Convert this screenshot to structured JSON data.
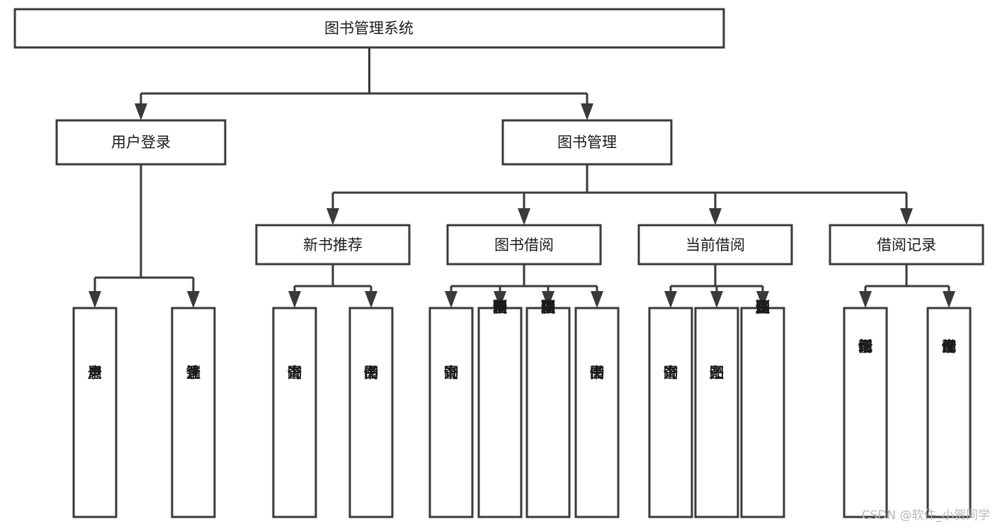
{
  "diagram": {
    "title": "图书管理系统",
    "type": "tree-hierarchy",
    "root": {
      "id": "root",
      "label": "图书管理系统",
      "orientation": "horizontal"
    },
    "level2": [
      {
        "id": "user-login",
        "label": "用户登录",
        "orientation": "horizontal"
      },
      {
        "id": "book-management",
        "label": "图书管理",
        "orientation": "horizontal"
      }
    ],
    "level3": [
      {
        "id": "new-book-recommend",
        "label": "新书推荐",
        "orientation": "horizontal"
      },
      {
        "id": "book-borrow",
        "label": "图书借阅",
        "orientation": "horizontal"
      },
      {
        "id": "current-borrow",
        "label": "当前借阅",
        "orientation": "horizontal"
      },
      {
        "id": "borrow-record",
        "label": "借阅记录",
        "orientation": "horizontal"
      }
    ],
    "leaves": [
      {
        "id": "leaf-user-login",
        "label": "用户登录",
        "parent": "user-login",
        "orientation": "vertical"
      },
      {
        "id": "leaf-logout",
        "label": "注销登录",
        "parent": "user-login",
        "orientation": "vertical"
      },
      {
        "id": "leaf-query-book-1",
        "label": "查询图书",
        "parent": "new-book-recommend",
        "orientation": "vertical"
      },
      {
        "id": "leaf-borrow-book-1",
        "label": "借阅图书",
        "parent": "new-book-recommend",
        "orientation": "vertical"
      },
      {
        "id": "leaf-query-book-2",
        "label": "查询图书",
        "parent": "book-borrow",
        "orientation": "vertical"
      },
      {
        "id": "leaf-add-book",
        "label": "新增图书（管理员）",
        "parent": "book-borrow",
        "orientation": "vertical"
      },
      {
        "id": "leaf-edit-book",
        "label": "编辑图书（管理员）",
        "parent": "book-borrow",
        "orientation": "vertical"
      },
      {
        "id": "leaf-borrow-book-2",
        "label": "借阅图书",
        "parent": "book-borrow",
        "orientation": "vertical"
      },
      {
        "id": "leaf-query-book-3",
        "label": "查询图书",
        "parent": "current-borrow",
        "orientation": "vertical"
      },
      {
        "id": "leaf-return-book",
        "label": "归还图书",
        "parent": "current-borrow",
        "orientation": "vertical"
      },
      {
        "id": "leaf-confirm-return",
        "label": "确认归还（管理员）",
        "parent": "current-borrow",
        "orientation": "vertical"
      },
      {
        "id": "leaf-add-record",
        "label": "新增借阅记录",
        "parent": "borrow-record",
        "orientation": "vertical"
      },
      {
        "id": "leaf-query-record",
        "label": "查询借阅记录",
        "parent": "borrow-record",
        "orientation": "vertical"
      }
    ],
    "colors": {
      "box_stroke": "#3a3a3a",
      "box_fill": "#ffffff",
      "text": "#1b1b1b",
      "background": "#ffffff",
      "watermark": "#b9b9b9"
    }
  },
  "watermark": {
    "text": "CSDN @软件_小贺同学"
  }
}
